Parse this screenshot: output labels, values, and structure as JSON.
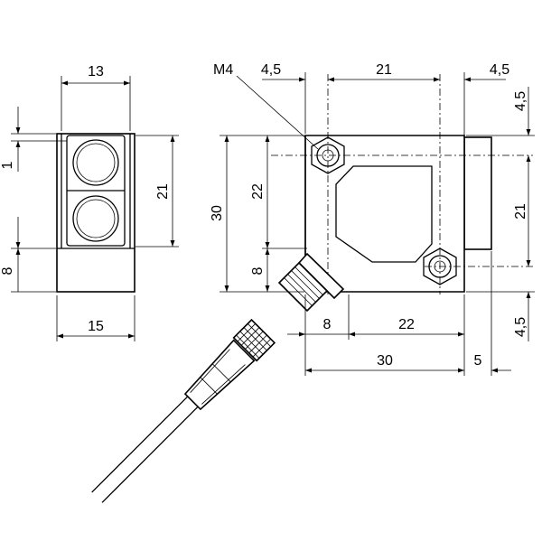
{
  "drawing": {
    "colors": {
      "stroke": "#000000",
      "background": "#ffffff"
    },
    "front_view": {
      "width_top": "13",
      "width_bottom": "15",
      "lens_offset": "1",
      "lens_height": "21",
      "base_height": "8"
    },
    "side_view": {
      "thread_label": "M4",
      "top_left_offset": "4,5",
      "hole_spacing_h": "21",
      "top_right_offset": "4,5",
      "right_top_offset": "4,5",
      "hole_spacing_v": "21",
      "right_bottom_offset": "4,5",
      "overall_height": "30",
      "upper_height": "22",
      "connector_height": "8",
      "bottom_connector": "8",
      "bottom_width": "22",
      "overall_width": "30",
      "connector_length": "5"
    }
  }
}
